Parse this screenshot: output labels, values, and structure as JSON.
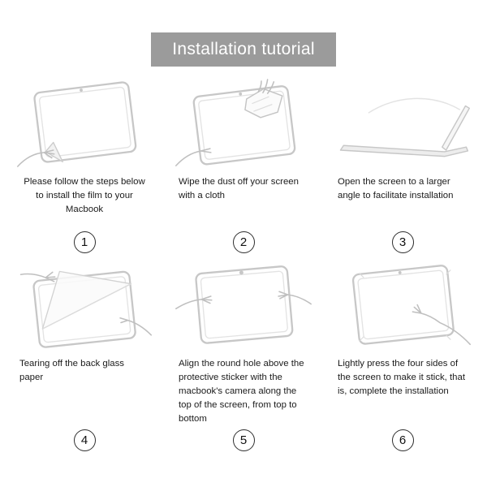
{
  "header": {
    "title": "Installation tutorial"
  },
  "colors": {
    "banner_bg": "#9b9b9b",
    "banner_text": "#ffffff",
    "line_art": "#c7c7c7",
    "caption_text": "#1b1b1b"
  },
  "steps": [
    {
      "number": "1",
      "icon": "film-peel-hand-icon",
      "caption": "Please follow the steps below to install the film to your Macbook"
    },
    {
      "number": "2",
      "icon": "wipe-cloth-icon",
      "caption": "Wipe the dust off your screen with a cloth"
    },
    {
      "number": "3",
      "icon": "open-laptop-icon",
      "caption": "Open the screen to a larger angle to facilitate installation"
    },
    {
      "number": "4",
      "icon": "tear-backing-icon",
      "caption": "Tearing off the back glass paper"
    },
    {
      "number": "5",
      "icon": "align-film-icon",
      "caption": "Align the round hole above the protective sticker with the macbook's camera along the top of the screen, from top to bottom"
    },
    {
      "number": "6",
      "icon": "press-film-icon",
      "caption": "Lightly press the four sides of the screen to make it stick, that is, complete the installation"
    }
  ]
}
